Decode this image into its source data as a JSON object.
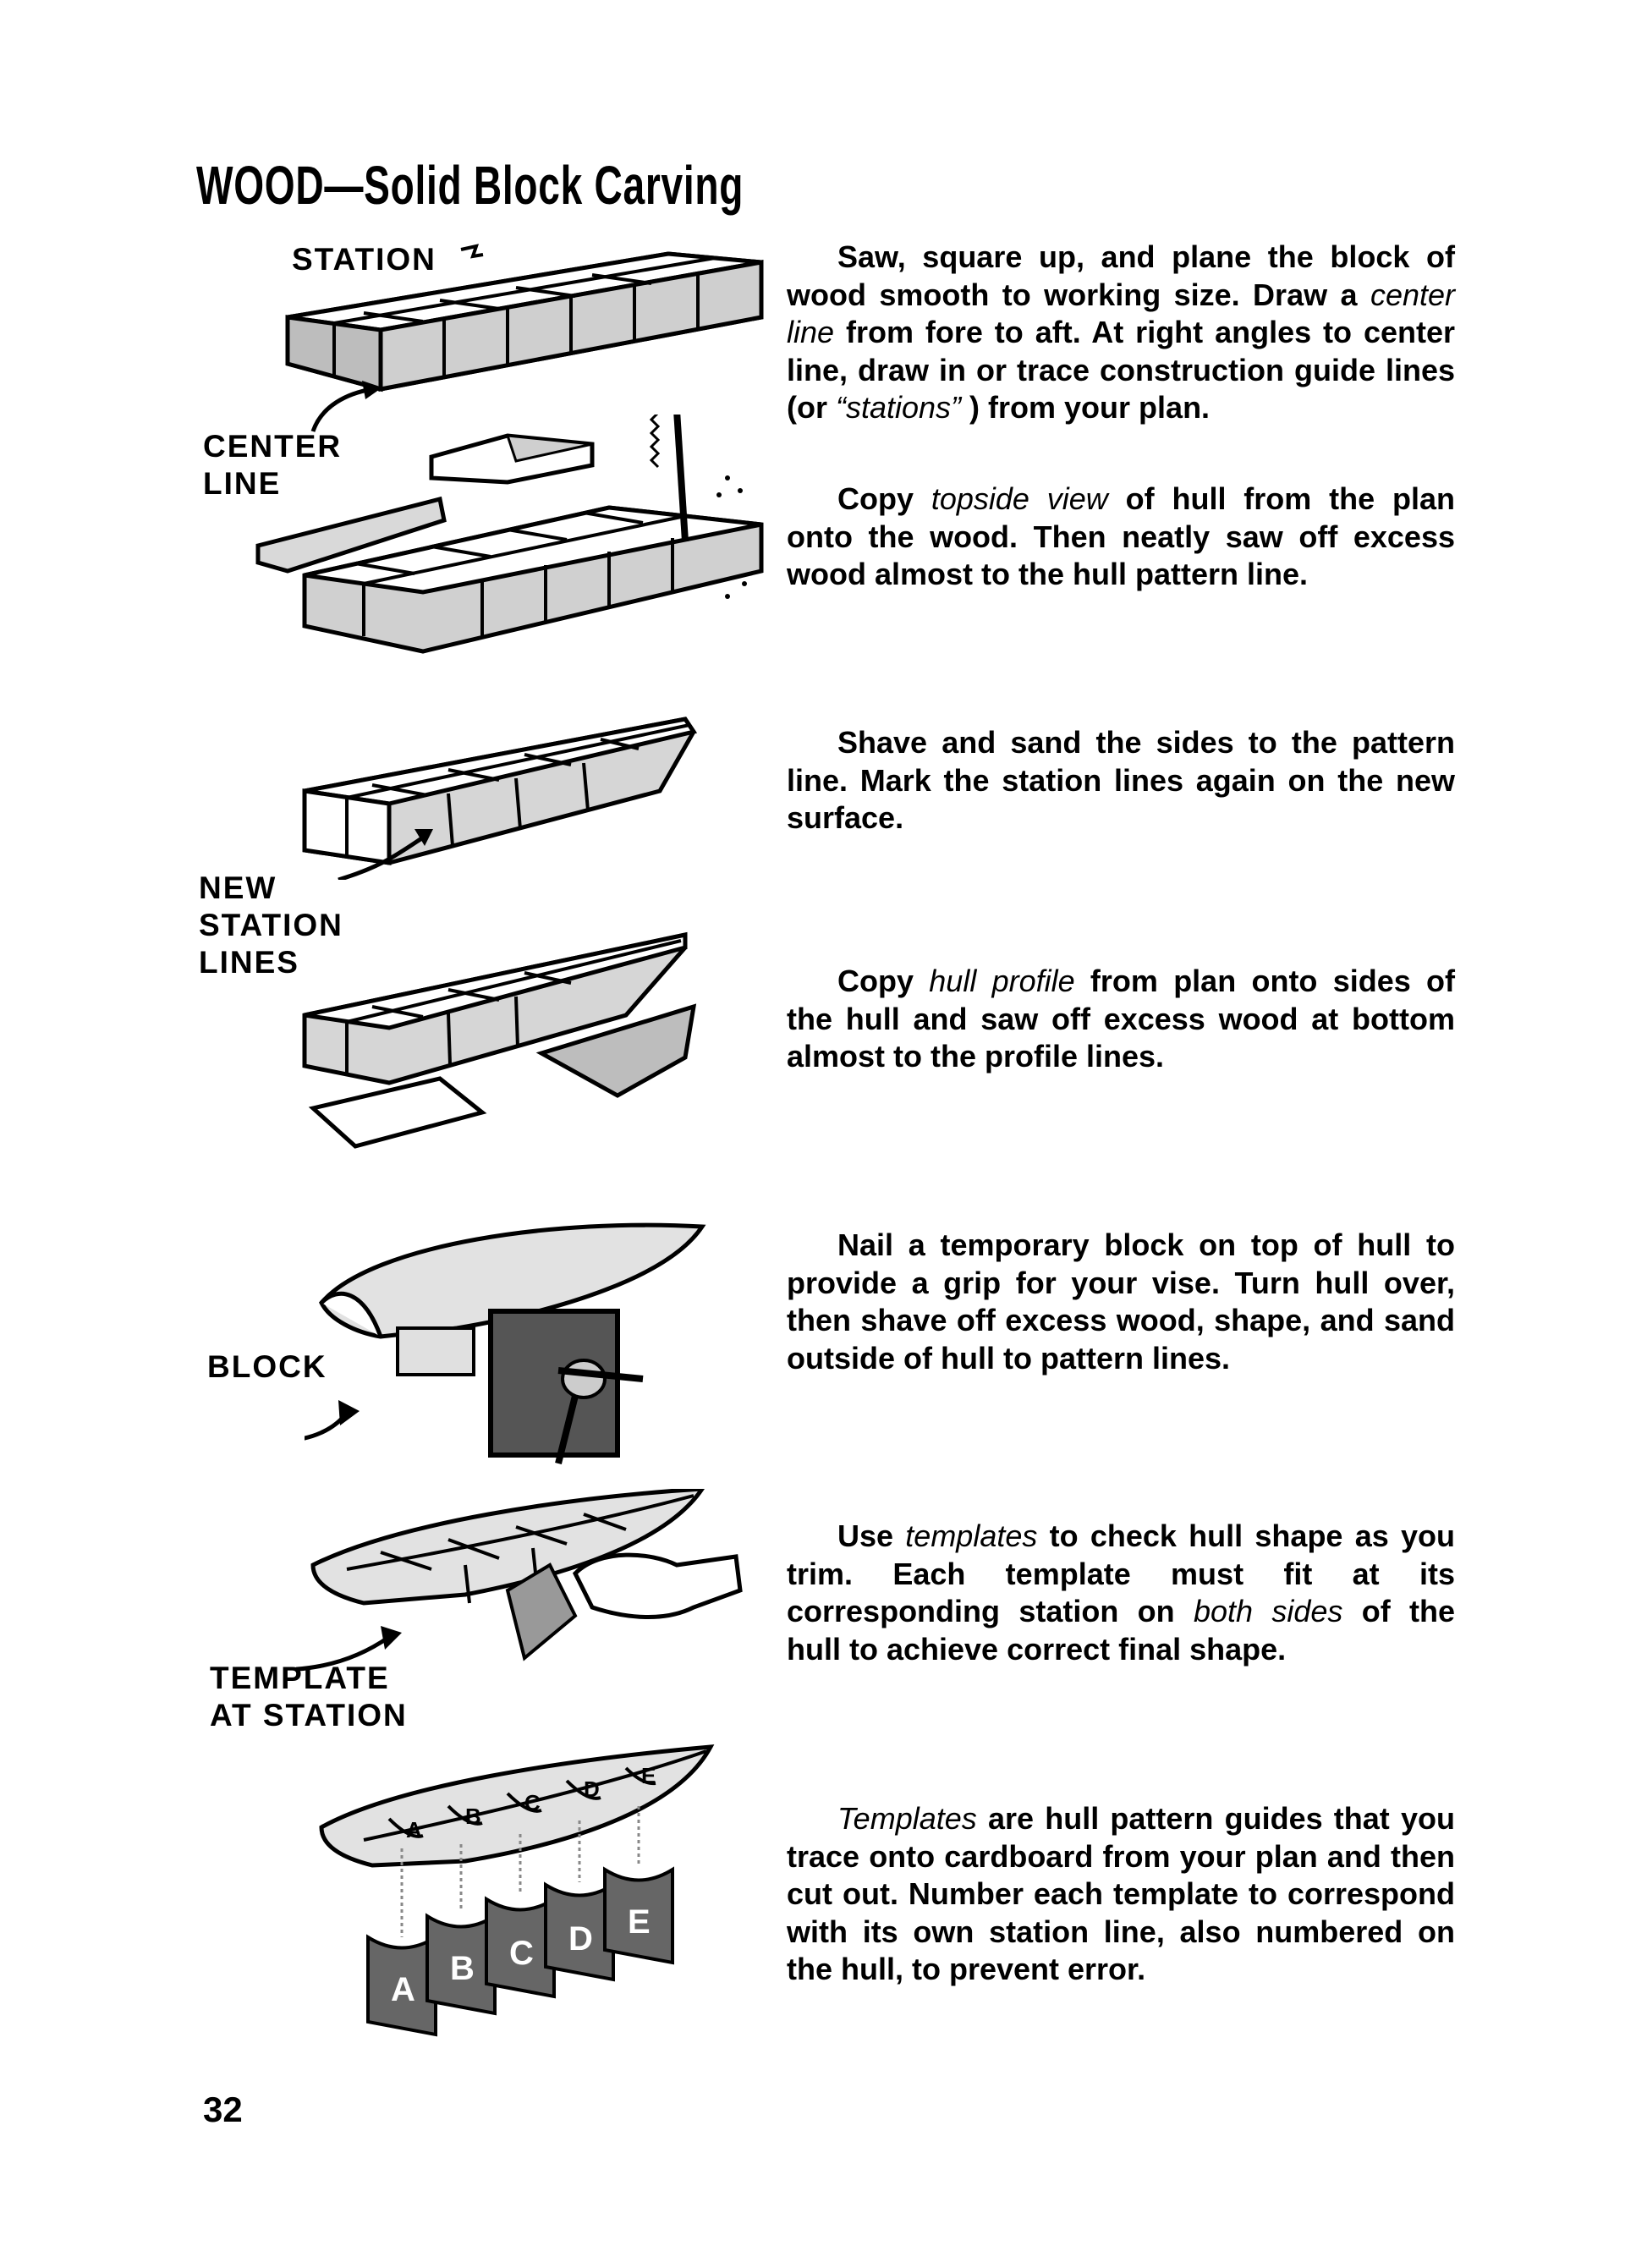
{
  "page": {
    "title": "WOOD—Solid Block Carving",
    "page_number": "32"
  },
  "labels": {
    "station": "STATION",
    "center_line": "CENTER\nLINE",
    "new_station_lines": "NEW\nSTATION\nLINES",
    "block": "BLOCK",
    "template_at_station": "TEMPLATE\nAT STATION",
    "template_letters": [
      "A",
      "B",
      "C",
      "D",
      "E"
    ]
  },
  "paragraphs": [
    [
      {
        "t": "Saw, square up, and plane the block of wood smooth to working size. Draw a "
      },
      {
        "t": "center line",
        "i": true
      },
      {
        "t": " from fore to aft. At right angles to center line, draw in or trace construction guide lines (or "
      },
      {
        "t": "“stations”",
        "i": true
      },
      {
        "t": " ) from your plan."
      }
    ],
    [
      {
        "t": "Copy "
      },
      {
        "t": "topside view",
        "i": true
      },
      {
        "t": " of hull from the plan onto the wood. Then neatly saw off excess wood almost to the hull pattern line."
      }
    ],
    [
      {
        "t": "Shave and sand the sides to the pattern line. Mark the station lines again on the new surface."
      }
    ],
    [
      {
        "t": "Copy "
      },
      {
        "t": "hull profile",
        "i": true
      },
      {
        "t": " from plan onto sides of the hull and saw off excess wood at bottom almost to the profile lines."
      }
    ],
    [
      {
        "t": "Nail a temporary block on top of hull to provide a grip for your vise. Turn hull over, then shave off excess wood, shape, and sand outside of hull to pattern lines."
      }
    ],
    [
      {
        "t": "Use "
      },
      {
        "t": "templates",
        "i": true
      },
      {
        "t": " to check hull shape as you trim. Each template must fit at its corresponding station on "
      },
      {
        "t": "both sides",
        "i": true
      },
      {
        "t": " of the hull to achieve correct final shape."
      }
    ],
    [
      {
        "t": "Templates",
        "i": true
      },
      {
        "t": " are hull pattern guides that you trace onto cardboard from your plan and then cut out. Number each template to correspond with its own station line, also numbered on the hull, to prevent error."
      }
    ]
  ]
}
